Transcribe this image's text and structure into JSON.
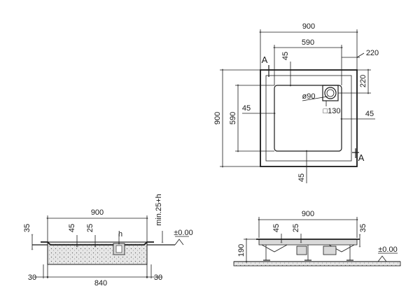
{
  "top_view": {
    "overall_width": "900",
    "inner_width": "590",
    "drain_offset_right": "220",
    "drain_offset_top_right": "220",
    "rim_top": "45",
    "overall_height": "900",
    "inner_height": "590",
    "rim_left": "45",
    "rim_right": "45",
    "rim_bottom": "45",
    "drain_diameter": "ø90",
    "drain_square": "□130",
    "section_mark_top": "A",
    "section_mark_bottom": "A"
  },
  "section_view": {
    "overall_width": "900",
    "depth_left": "35",
    "depth_45": "45",
    "depth_25": "25",
    "h_label": "h",
    "min_label": "min.25+h",
    "level_label": "±0.00",
    "inner_base": "840",
    "edge_left": "30",
    "edge_right": "30"
  },
  "side_view": {
    "overall_width": "900",
    "dim_45": "45",
    "dim_25": "25",
    "dim_35": "35",
    "height_190": "190",
    "level_label": "±0.00"
  }
}
